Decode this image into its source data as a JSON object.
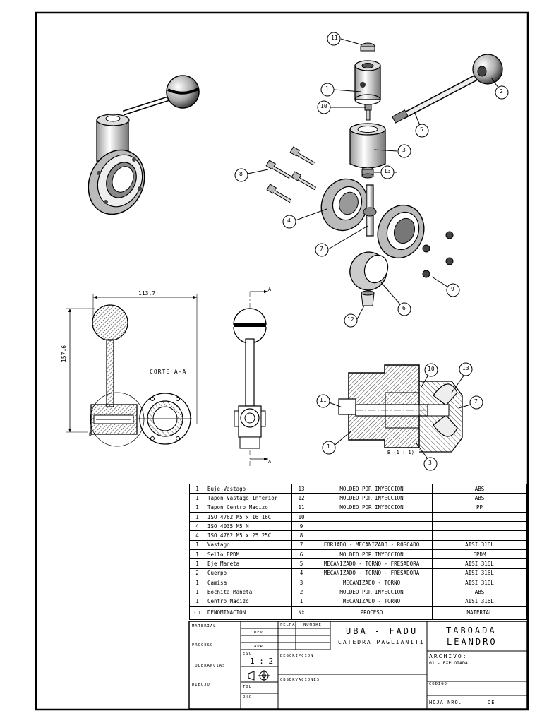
{
  "callouts": [
    "11",
    "1",
    "10",
    "3",
    "13",
    "8",
    "4",
    "7",
    "2",
    "5",
    "9",
    "6",
    "12"
  ],
  "section_callouts": [
    "10",
    "13",
    "11",
    "7",
    "1",
    "3"
  ],
  "dimensions": {
    "width": "113,7",
    "height": "157,6"
  },
  "view_labels": {
    "section": "CORTE A-A",
    "cut_a": "A",
    "cut_b": "B",
    "detail": "B (1 : 1)"
  },
  "bom": {
    "rows": [
      {
        "qty": "1",
        "name": "Buje Vastago",
        "num": "13",
        "process": "MOLDEO POR INYECCION",
        "material": "ABS"
      },
      {
        "qty": "1",
        "name": "Tapon Vastago Inferior",
        "num": "12",
        "process": "MOLDEO POR INYECCION",
        "material": "ABS"
      },
      {
        "qty": "1",
        "name": "Tapon Centro Macizo",
        "num": "11",
        "process": "MOLDEO POR INYECCION",
        "material": "PP"
      },
      {
        "qty": "1",
        "name": "ISO 4762 M5 x 16   16C",
        "num": "10",
        "process": "",
        "material": ""
      },
      {
        "qty": "4",
        "name": "ISO   4035   M5   N",
        "num": "9",
        "process": "",
        "material": ""
      },
      {
        "qty": "4",
        "name": "ISO 4762 M5 x 25   25C",
        "num": "8",
        "process": "",
        "material": ""
      },
      {
        "qty": "1",
        "name": "Vastago",
        "num": "7",
        "process": "FORJADO - MECANIZADO - ROSCADO",
        "material": "AISI 316L"
      },
      {
        "qty": "1",
        "name": "Sello EPDM",
        "num": "6",
        "process": "MOLDEO POR INYECCION",
        "material": "EPDM"
      },
      {
        "qty": "1",
        "name": "Eje Maneta",
        "num": "5",
        "process": "MECANIZADO - TORNO - FRESADORA",
        "material": "AISI 316L"
      },
      {
        "qty": "2",
        "name": "Cuerpo",
        "num": "4",
        "process": "MECANIZADO - TORNO - FRESADORA",
        "material": "AISI 316L"
      },
      {
        "qty": "1",
        "name": "Camisa",
        "num": "3",
        "process": "MECANIZADO - TORNO",
        "material": "AISI 316L"
      },
      {
        "qty": "1",
        "name": "Bochita Maneta",
        "num": "2",
        "process": "MOLDEO POR INYECCION",
        "material": "ABS"
      },
      {
        "qty": "1",
        "name": "Centro Macizo",
        "num": "1",
        "process": "MECANIZADO - TORNO",
        "material": "AISI 316L"
      }
    ],
    "header": {
      "qty": "CU",
      "name": "DENOMINACIÓN",
      "num": "Nº",
      "process": "PROCESO",
      "material": "MATERIAL"
    }
  },
  "title_block": {
    "material": "MATERIAL",
    "proceso": "PROCESO",
    "tolerancias": "TOLERANCIAS",
    "dibujo": "DIBUJO",
    "rev": "REV",
    "apr": "APR",
    "fecha": "FECHA",
    "nombre": "NOMBRE",
    "esc_label": "ESC",
    "scale": "1 : 2",
    "descripcion": "DESCRIPCION",
    "observaciones": "OBSERVACIONES",
    "tol": "TOL",
    "rug": "RUG",
    "school": "UBA - FADU",
    "chair": "CATEDRA PAGLIANITI",
    "author_1": "TABOADA",
    "author_2": "LEANDRO",
    "archivo": "ARCHIVO:",
    "file": "01 - EXPLOTADA",
    "codigo": "CODIGO",
    "hoja": "HOJA NRO.",
    "de": "DE"
  }
}
